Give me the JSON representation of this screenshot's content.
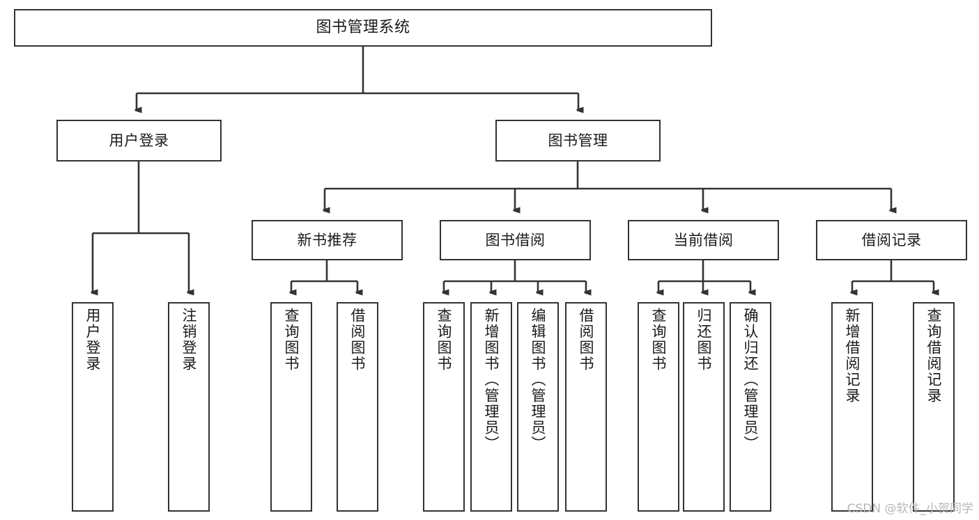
{
  "diagram": {
    "type": "tree",
    "title": "图书管理系统",
    "levels": 4,
    "root": {
      "id": "root",
      "label": "图书管理系统"
    },
    "level2": [
      {
        "id": "user-login",
        "label": "用户登录"
      },
      {
        "id": "book-management",
        "label": "图书管理"
      }
    ],
    "level3": [
      {
        "id": "new-book-recommend",
        "label": "新书推荐",
        "parent": "book-management"
      },
      {
        "id": "book-borrow",
        "label": "图书借阅",
        "parent": "book-management"
      },
      {
        "id": "current-borrow",
        "label": "当前借阅",
        "parent": "book-management"
      },
      {
        "id": "borrow-record",
        "label": "借阅记录",
        "parent": "book-management"
      }
    ],
    "leaves": [
      {
        "id": "leaf-user-login",
        "label": "用户登录",
        "parent": "user-login"
      },
      {
        "id": "leaf-logout-login",
        "label": "注销登录",
        "parent": "user-login"
      },
      {
        "id": "leaf-query-book-1",
        "label": "查询图书",
        "parent": "new-book-recommend"
      },
      {
        "id": "leaf-borrow-book-1",
        "label": "借阅图书",
        "parent": "new-book-recommend"
      },
      {
        "id": "leaf-query-book-2",
        "label": "查询图书",
        "parent": "book-borrow"
      },
      {
        "id": "leaf-add-book-admin",
        "label": "新增图书（管理员）",
        "parent": "book-borrow"
      },
      {
        "id": "leaf-edit-book-admin",
        "label": "编辑图书（管理员）",
        "parent": "book-borrow"
      },
      {
        "id": "leaf-borrow-book-2",
        "label": "借阅图书",
        "parent": "book-borrow"
      },
      {
        "id": "leaf-query-book-3",
        "label": "查询图书",
        "parent": "current-borrow"
      },
      {
        "id": "leaf-return-book",
        "label": "归还图书",
        "parent": "current-borrow"
      },
      {
        "id": "leaf-confirm-return-admin",
        "label": "确认归还（管理员）",
        "parent": "current-borrow"
      },
      {
        "id": "leaf-add-borrow-record",
        "label": "新增借阅记录",
        "parent": "borrow-record"
      },
      {
        "id": "leaf-query-borrow-record",
        "label": "查询借阅记录",
        "parent": "borrow-record"
      }
    ],
    "colors": {
      "border": "#333333",
      "background": "#ffffff",
      "text": "#1a1a1a",
      "edge": "#333333",
      "watermark": "#b8b8b8"
    }
  },
  "watermark": {
    "text": "CSDN @软件_小贺同学"
  }
}
